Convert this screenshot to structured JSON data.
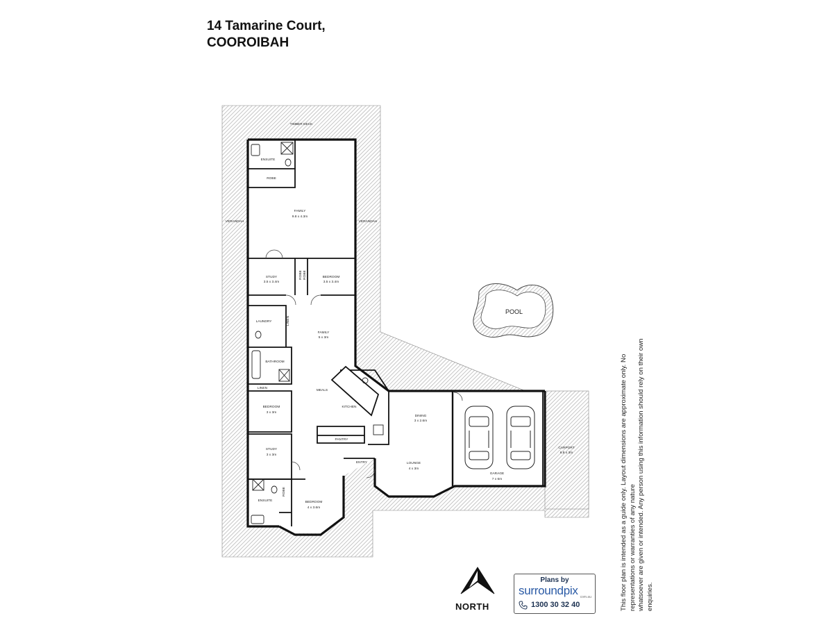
{
  "title": {
    "line1": "14 Tamarine Court,",
    "line2": "COOROIBAH"
  },
  "rooms": {
    "ensuite_top": "ENSUITE",
    "robe_top": "ROBE",
    "family_top": {
      "name": "FAMILY",
      "dims": "9.8 x 4.3m"
    },
    "study_upper": {
      "name": "STUDY",
      "dims": "3.5 x 3.4m"
    },
    "bedroom_upper": {
      "name": "BEDROOM",
      "dims": "3.5 x 3.4m"
    },
    "robe_small_1": "ROBE",
    "robe_small_2": "ROBE",
    "family_mid": {
      "name": "FAMILY",
      "dims": "5 x 3m"
    },
    "laundry": "LAUNDRY",
    "linen_1": "LINEN",
    "bathroom": "BATHROOM",
    "linen_2": "LINEN",
    "meals": "MEALS",
    "kitchen": "KITCHEN",
    "pantry": "PANTRY",
    "bedroom_mid": {
      "name": "BEDROOM",
      "dims": "3 x 3m"
    },
    "study_lower": {
      "name": "STUDY",
      "dims": "3 x 3m"
    },
    "entry": "ENTRY",
    "ensuite_bottom": "ENSUITE",
    "robe_bottom": "ROBE",
    "bedroom_bottom": {
      "name": "BEDROOM",
      "dims": "4 x 3.6m"
    },
    "dining": {
      "name": "DINING",
      "dims": "3 x 2.6m"
    },
    "lounge": {
      "name": "LOUNGE",
      "dims": "4 x 3m"
    },
    "garage": {
      "name": "GARAGE",
      "dims": "7 x 6m"
    },
    "verandah_top": "TIMBER DECK",
    "verandah_left": "VERANDAH",
    "verandah_right": "VERANDAH",
    "carport": {
      "name": "CARPORT",
      "dims": "6.8 x 3m"
    },
    "pool": "POOL"
  },
  "north_label": "NORTH",
  "logo": {
    "plans_by": "Plans by",
    "brand": "surroundpix",
    "domain": "com.au",
    "phone": "1300 30 32 40",
    "phone_icon": "phone-icon",
    "accent_color": "#2a5aa5"
  },
  "disclaimer": {
    "line1": "This floor plan is intended as a guide only. Layout dimensions are approximate only. No representations or warranties of any nature",
    "line2": "whatsoever are given or intended. Any person using this information should rely on their own enquiries."
  },
  "colors": {
    "wall": "#111111",
    "hatch": "#bdbdbd",
    "background": "#ffffff"
  }
}
